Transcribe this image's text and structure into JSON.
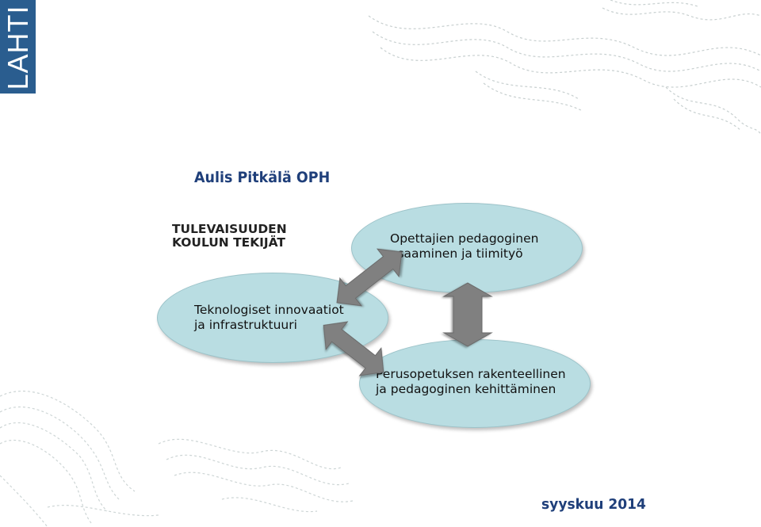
{
  "logo": {
    "text": "LAHTI"
  },
  "author": "Aulis Pitkälä OPH",
  "diagram": {
    "heading_lines": [
      "TULEVAISUUDEN",
      "KOULUN TEKIJÄT"
    ],
    "nodes": [
      {
        "id": "top",
        "lines": [
          "Opettajien pedagoginen",
          "osaaminen ja tiimityö"
        ]
      },
      {
        "id": "left",
        "lines": [
          "Teknologiset innovaatiot",
          "ja infrastruktuuri"
        ]
      },
      {
        "id": "bottom",
        "lines": [
          "Perusopetuksen rakenteellinen",
          "ja pedagoginen kehittäminen"
        ]
      }
    ],
    "edges": [
      {
        "from": "left",
        "to": "top",
        "type": "bidirectional"
      },
      {
        "from": "left",
        "to": "bottom",
        "type": "bidirectional"
      },
      {
        "from": "top",
        "to": "bottom",
        "type": "bidirectional"
      }
    ]
  },
  "date": "syyskuu 2014",
  "colors": {
    "logo_bg": "#2a5d8f",
    "title": "#1f3f7a",
    "oval_fill": "#b9dde2",
    "arrow": "#808080"
  }
}
